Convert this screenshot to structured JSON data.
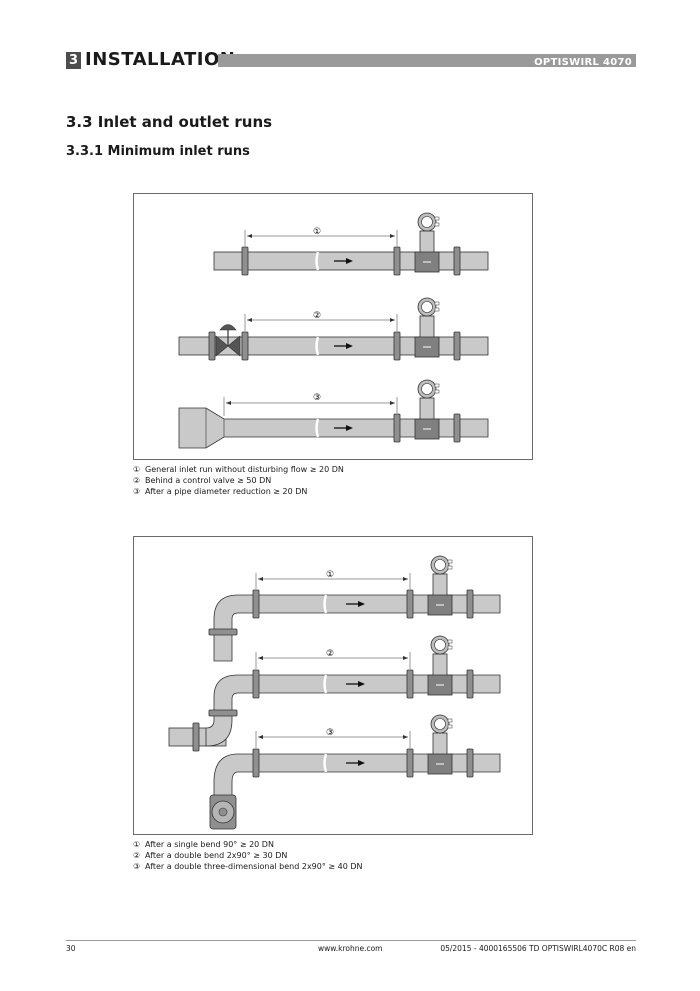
{
  "header": {
    "chapter_number": "3",
    "chapter_title": "INSTALLATION",
    "product": "OPTISWIRL 4070"
  },
  "section": {
    "title": "3.3  Inlet and outlet runs",
    "subtitle": "3.3.1  Minimum inlet runs"
  },
  "figure1": {
    "markers": [
      "①",
      "②",
      "③"
    ],
    "legend": [
      {
        "num": "①",
        "text": "General inlet run without disturbing flow ≥ 20 DN"
      },
      {
        "num": "②",
        "text": "Behind a control valve ≥ 50 DN"
      },
      {
        "num": "③",
        "text": "After a pipe diameter reduction ≥ 20 DN"
      }
    ]
  },
  "figure2": {
    "markers": [
      "①",
      "②",
      "③"
    ],
    "legend": [
      {
        "num": "①",
        "text": "After a single bend 90° ≥ 20 DN"
      },
      {
        "num": "②",
        "text": "After a double bend 2x90° ≥ 30 DN"
      },
      {
        "num": "③",
        "text": "After a double three-dimensional bend 2x90° ≥ 40 DN"
      }
    ]
  },
  "footer": {
    "page": "30",
    "website": "www.krohne.com",
    "docref": "05/2015 - 4000165506 TD OPTISWIRL4070C R08 en"
  },
  "colors": {
    "pipe": "#c9c9c9",
    "flange": "#8f8f8f",
    "meter": "#808080",
    "outline": "#333333"
  }
}
